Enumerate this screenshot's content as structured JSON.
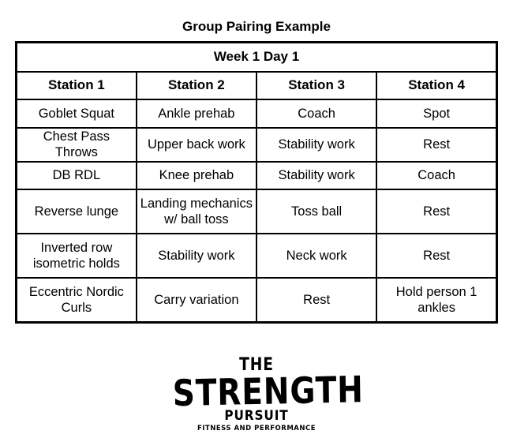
{
  "document": {
    "title": "Group Pairing Example"
  },
  "table": {
    "caption": "Week 1 Day 1",
    "headers": [
      "Station 1",
      "Station 2",
      "Station 3",
      "Station 4"
    ],
    "rows": [
      [
        "Goblet Squat",
        "Ankle prehab",
        "Coach",
        "Spot"
      ],
      [
        "Chest Pass Throws",
        "Upper back work",
        "Stability work",
        "Rest"
      ],
      [
        "DB RDL",
        "Knee prehab",
        "Stability work",
        "Coach"
      ],
      [
        "Reverse lunge",
        "Landing mechanics w/ ball toss",
        "Toss ball",
        "Rest"
      ],
      [
        "Inverted row isometric holds",
        "Stability work",
        "Neck work",
        "Rest"
      ],
      [
        "Eccentric Nordic Curls",
        "Carry variation",
        "Rest",
        "Hold person 1 ankles"
      ]
    ]
  },
  "logo": {
    "line1": "THE",
    "line2": "STRENGTH",
    "line3": "PURSUIT",
    "tagline": "FITNESS AND PERFORMANCE"
  }
}
